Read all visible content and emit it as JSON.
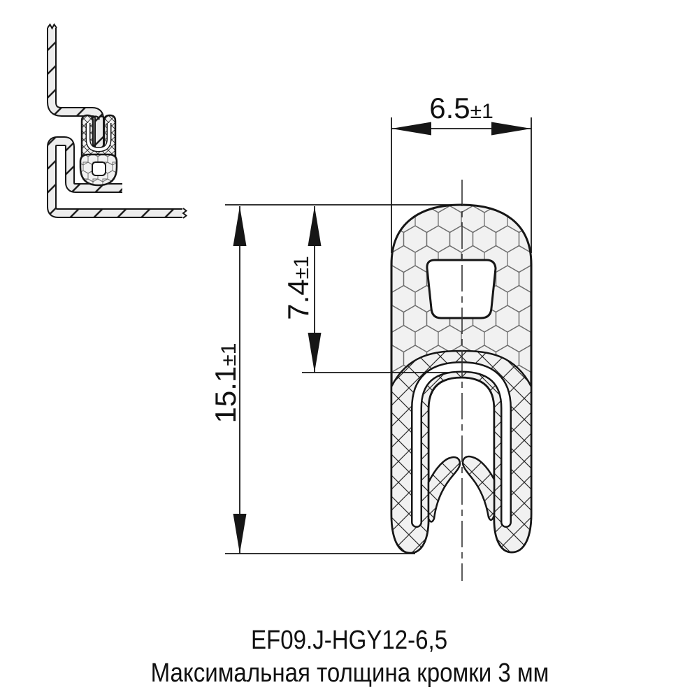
{
  "dimensions": {
    "width": {
      "value": "6.5",
      "tol": "±1"
    },
    "depth": {
      "value": "7.4",
      "tol": "±1"
    },
    "height": {
      "value": "15.1",
      "tol": "±1"
    }
  },
  "caption": {
    "part_number": "EF09.J-HGY12-6,5",
    "note": "Максимальная толщина кромки 3 мм"
  },
  "colors": {
    "line": "#161616",
    "fill_light": "#f1f1f1",
    "hex_hatch": "#6e6e6e",
    "background": "#ffffff"
  }
}
